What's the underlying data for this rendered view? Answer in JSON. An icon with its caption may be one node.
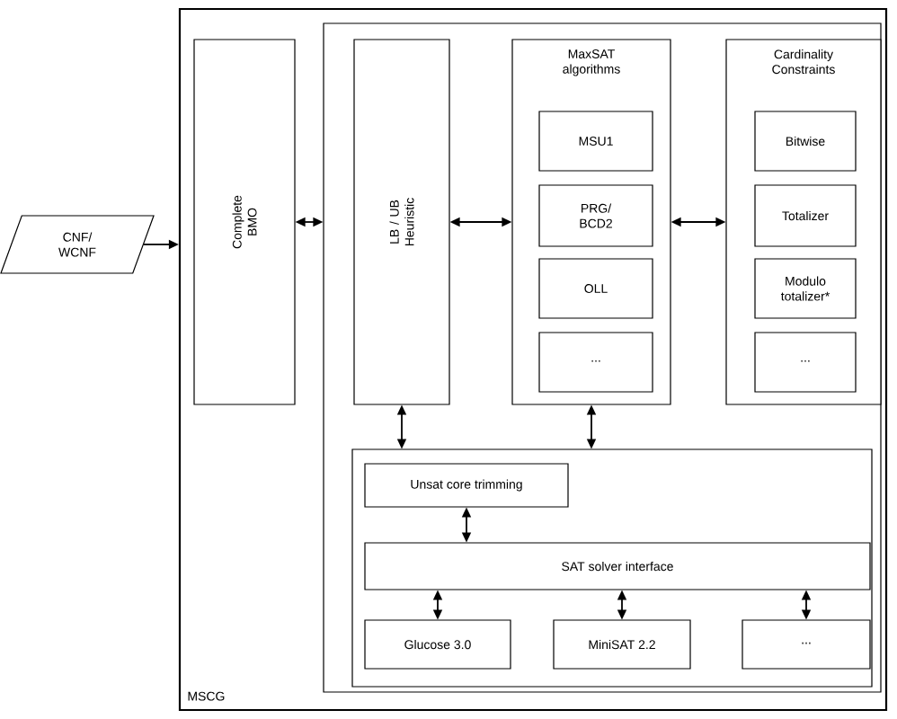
{
  "diagram": {
    "nodes": [
      {
        "text": [
          "MSCG"
        ]
      },
      {
        "text": [
          "CNF/ WCNF"
        ]
      },
      {
        "text": [
          "Complete BMO"
        ],
        "in": 0
      },
      {
        "text": [],
        "shape": "box",
        "in": 0
      },
      {
        "text": [
          "LB / UB Heuristic"
        ],
        "in": 3
      },
      {
        "text": [
          "MaxSAT algorithms"
        ],
        "in": 3
      },
      {
        "text": [
          "MSU1"
        ],
        "in": 5
      },
      {
        "text": [
          "PRG/ BCD2"
        ],
        "in": 5
      },
      {
        "text": [
          "OLL"
        ],
        "in": 5
      },
      {
        "text": [
          "..."
        ],
        "in": 5
      },
      {
        "text": [
          "Cardinality Constraints"
        ],
        "in": 3
      },
      {
        "text": [
          "Bitwise"
        ],
        "in": 10
      },
      {
        "text": [
          "Totalizer"
        ],
        "in": 10
      },
      {
        "text": [
          "Modulo totalizer*"
        ],
        "in": 10
      },
      {
        "text": [
          "..."
        ],
        "in": 10
      },
      {
        "text": [],
        "shape": "box",
        "in": 3
      },
      {
        "text": [
          "Unsat core trimming"
        ],
        "in": 15
      },
      {
        "text": [
          "SAT solver interface"
        ],
        "in": 15
      },
      {
        "text": [
          "Glucose 3.0"
        ],
        "in": 15
      },
      {
        "text": [
          "MiniSAT 2.2"
        ],
        "in": 15
      },
      {
        "text": [
          "..."
        ],
        "in": 15
      }
    ],
    "edges": [
      {
        "from": 1,
        "to": 0,
        "arrow": "to"
      },
      {
        "from": 2,
        "to": 3,
        "arrow": "both"
      },
      {
        "from": 4,
        "to": 5,
        "arrow": "both"
      },
      {
        "from": 5,
        "to": 10,
        "arrow": "both"
      },
      {
        "from": 4,
        "to": 15,
        "arrow": "both"
      },
      {
        "from": 5,
        "to": 15,
        "arrow": "both"
      },
      {
        "from": 16,
        "to": 17,
        "arrow": "both"
      },
      {
        "from": 17,
        "to": 18,
        "arrow": "both"
      },
      {
        "from": 17,
        "to": 19,
        "arrow": "both"
      },
      {
        "from": 17,
        "to": 20,
        "arrow": "both"
      }
    ]
  }
}
